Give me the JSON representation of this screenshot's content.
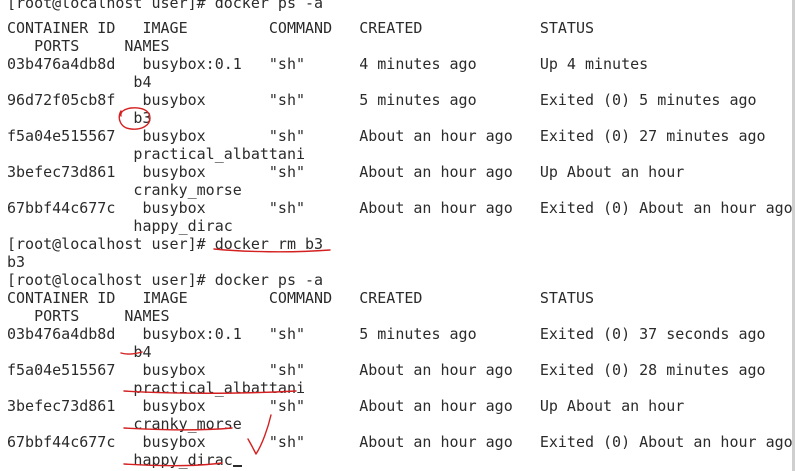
{
  "terminal": {
    "lines": [
      "[root@localhost user]# docker ps -a",
      "CONTAINER ID   IMAGE         COMMAND   CREATED             STATUS",
      "   PORTS     NAMES",
      "03b476a4db8d   busybox:0.1   \"sh\"      4 minutes ago       Up 4 minutes",
      "              b4",
      "96d72f05cb8f   busybox       \"sh\"      5 minutes ago       Exited (0) 5 minutes ago",
      "              b3",
      "f5a04e515567   busybox       \"sh\"      About an hour ago   Exited (0) 27 minutes ago",
      "              practical_albattani",
      "3befec73d861   busybox       \"sh\"      About an hour ago   Up About an hour",
      "              cranky_morse",
      "67bbf44c677c   busybox       \"sh\"      About an hour ago   Exited (0) About an hour ago",
      "              happy_dirac",
      "[root@localhost user]# docker rm b3",
      "b3",
      "[root@localhost user]# docker ps -a",
      "CONTAINER ID   IMAGE         COMMAND   CREATED             STATUS",
      "   PORTS     NAMES",
      "03b476a4db8d   busybox:0.1   \"sh\"      5 minutes ago       Exited (0) 37 seconds ago",
      "              b4",
      "f5a04e515567   busybox       \"sh\"      About an hour ago   Exited (0) 28 minutes ago",
      "              practical_albattani",
      "3befec73d861   busybox       \"sh\"      About an hour ago   Up About an hour",
      "              cranky_morse",
      "67bbf44c677c   busybox       \"sh\"      About an hour ago   Exited (0) About an hour ago",
      "              happy_dirac"
    ]
  },
  "colors": {
    "background": "#ffffff",
    "text": "#2b2b2b",
    "annotation": "#d42020"
  }
}
